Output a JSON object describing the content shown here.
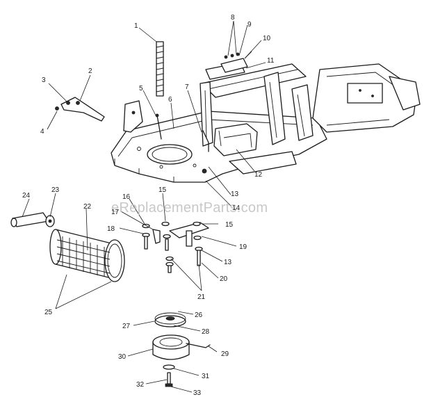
{
  "watermark": "eReplacementParts.com",
  "callouts": [
    "1",
    "2",
    "3",
    "4",
    "5",
    "6",
    "7",
    "8",
    "9",
    "10",
    "11",
    "12",
    "13",
    "13",
    "14",
    "15",
    "15",
    "16",
    "17",
    "18",
    "19",
    "20",
    "21",
    "22",
    "23",
    "24",
    "25",
    "26",
    "27",
    "28",
    "29",
    "30",
    "31",
    "32",
    "33"
  ]
}
